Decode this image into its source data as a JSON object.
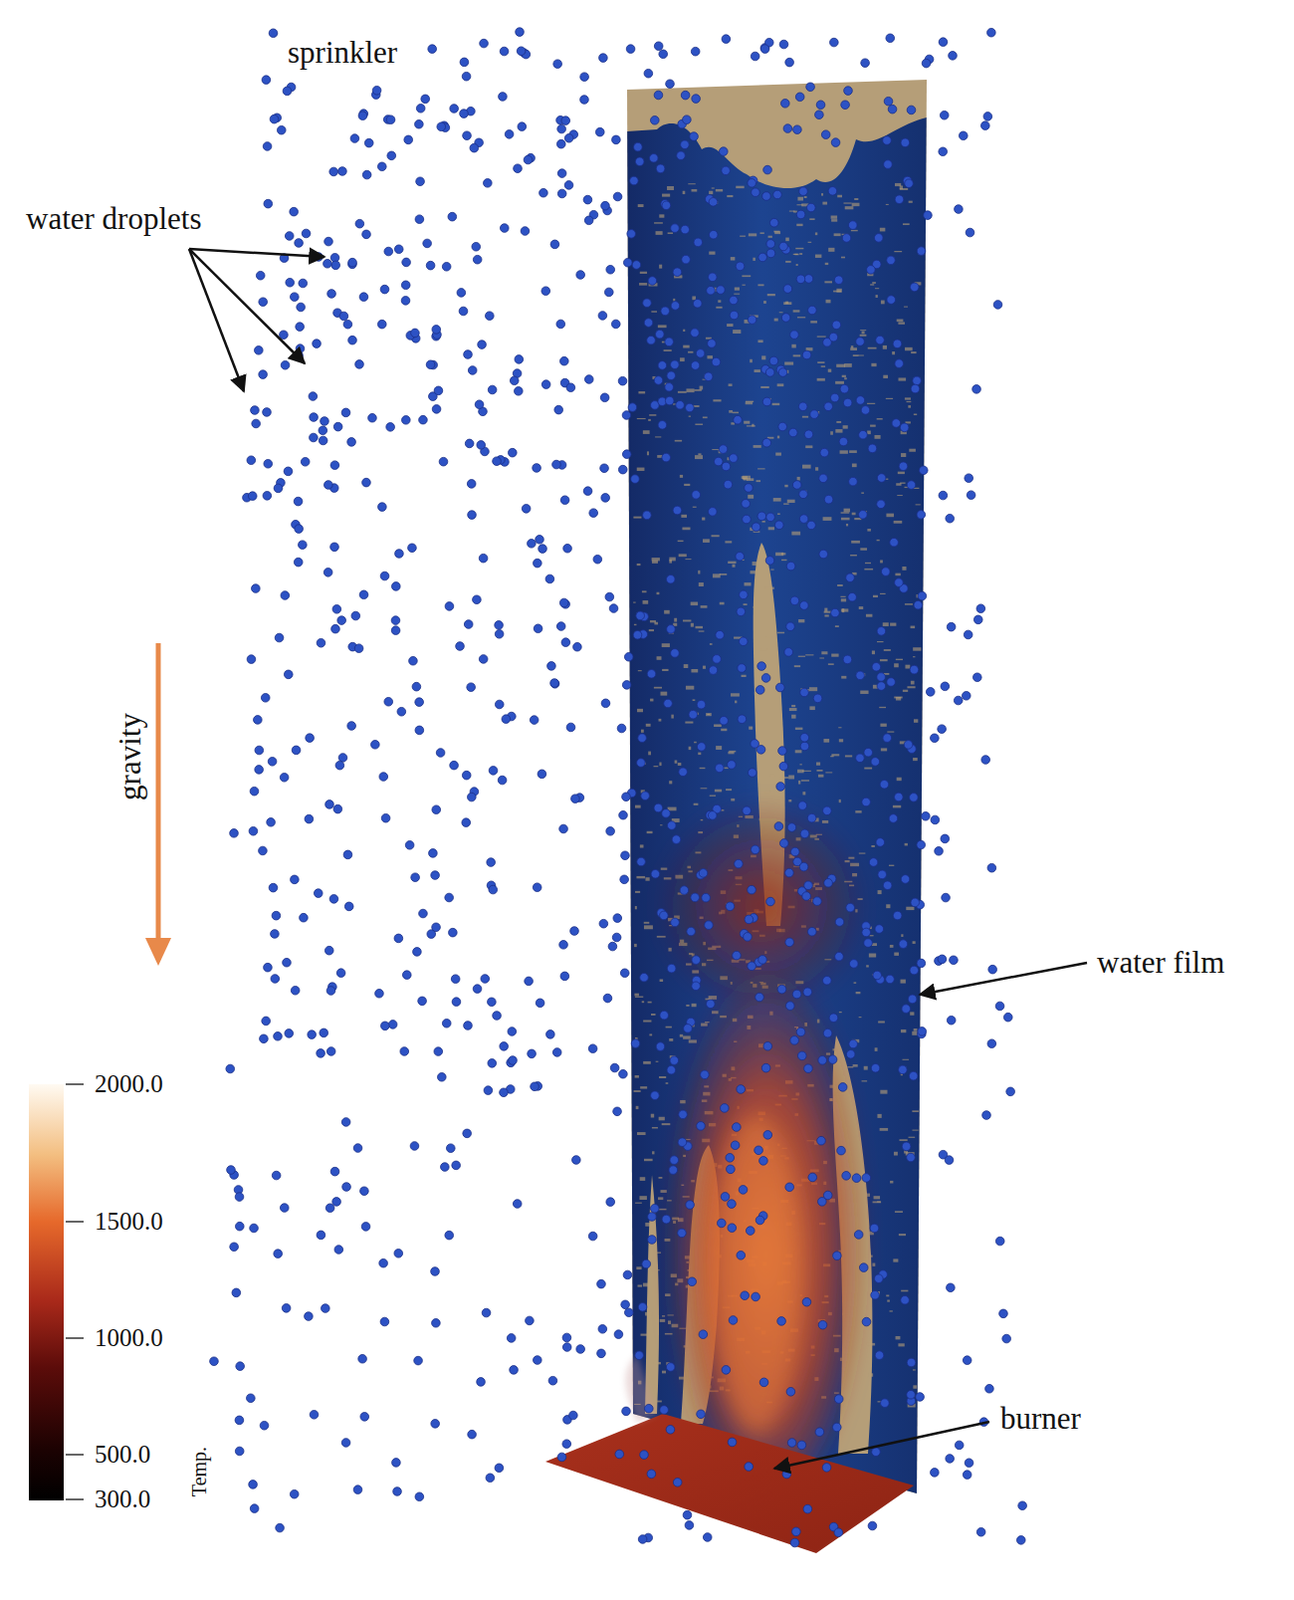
{
  "diagram": {
    "labels": [
      "sprinkler",
      "water droplets",
      "gravity",
      "water film",
      "burner",
      "2000.0",
      "1500.0",
      "1000.0",
      "500.0",
      "300.0",
      "Temp."
    ]
  }
}
